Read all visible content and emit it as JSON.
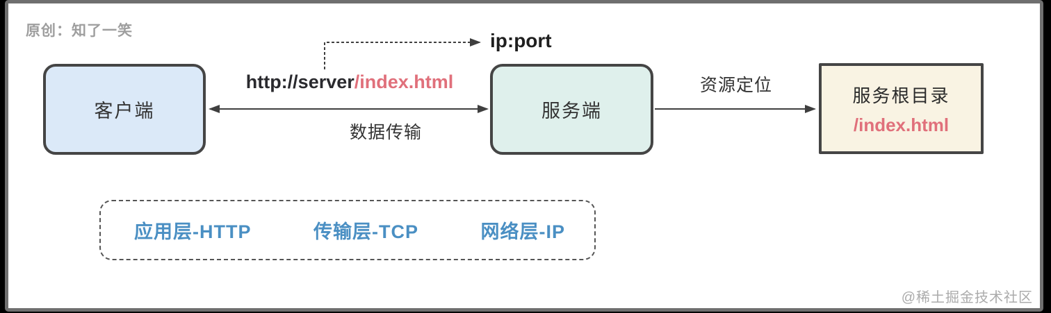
{
  "attribution": "原创：知了一笑",
  "watermark": "@稀土掘金技术社区",
  "diagram": {
    "client_box": {
      "label": "客户端"
    },
    "server_box": {
      "label": "服务端"
    },
    "root_box": {
      "title": "服务根目录",
      "path": "/index.html"
    },
    "request_url": {
      "host_part": "http://server",
      "path_part": "/index.html"
    },
    "ip_port_label": "ip:port",
    "data_transfer_label": "数据传输",
    "resource_locate_label": "资源定位",
    "layers": {
      "items": [
        "应用层-HTTP",
        "传输层-TCP",
        "网络层-IP"
      ]
    }
  },
  "colors": {
    "client_fill": "#dbe9f8",
    "server_fill": "#dff0ec",
    "root_fill": "#f9f3e3",
    "box_border": "#454545",
    "accent_red": "#e0707b",
    "layer_blue": "#4a8fc3",
    "arrow": "#3f3f3f",
    "muted_gray": "#9e9e9e"
  }
}
